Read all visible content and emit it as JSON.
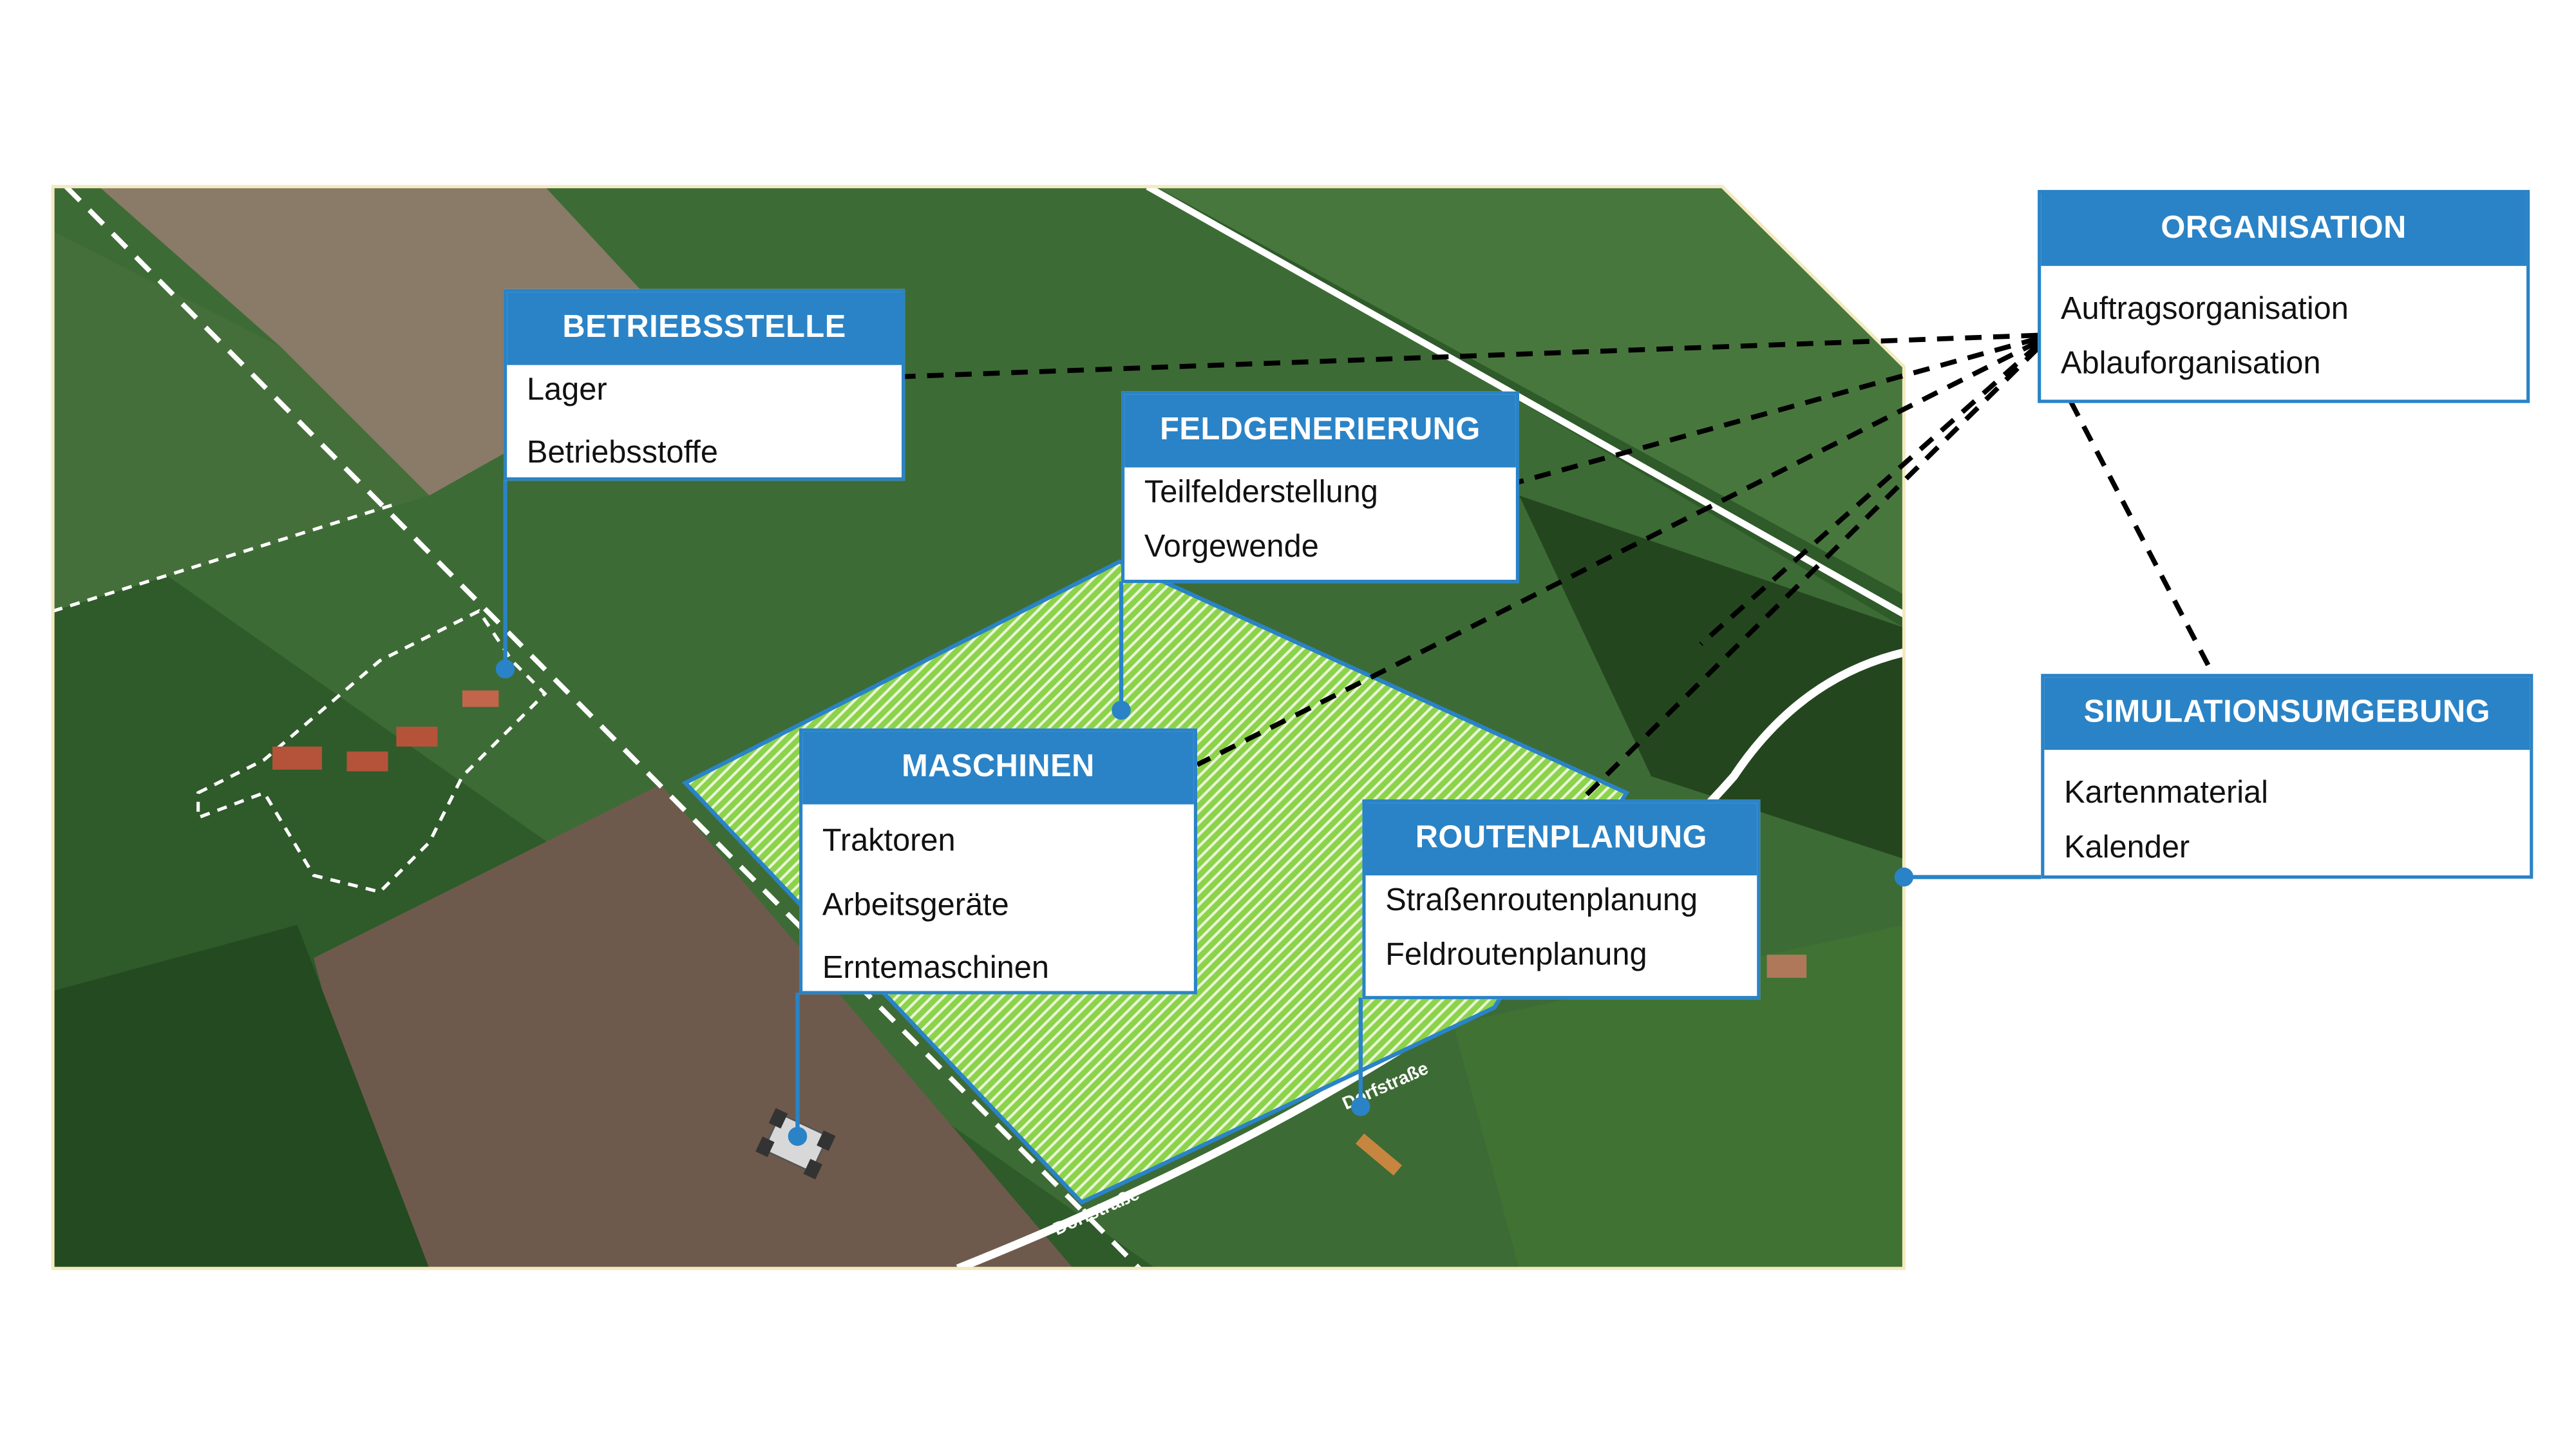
{
  "map": {
    "road_labels": [
      "Dorfstraße",
      "Dorfstraße"
    ]
  },
  "boxes": {
    "betriebsstelle": {
      "title": "BETRIEBSSTELLE",
      "items": [
        "Lager",
        "Betriebsstoffe"
      ]
    },
    "feldgenerierung": {
      "title": "FELDGENERIERUNG",
      "items": [
        "Teilfelderstellung",
        "Vorgewende"
      ]
    },
    "maschinen": {
      "title": "MASCHINEN",
      "items": [
        "Traktoren",
        "Arbeitsgeräte",
        "Erntemaschinen"
      ]
    },
    "routenplanung": {
      "title": "ROUTENPLANUNG",
      "items": [
        "Straßenroutenplanung",
        "Feldroutenplanung"
      ]
    },
    "organisation": {
      "title": "ORGANISATION",
      "items": [
        "Auftragsorganisation",
        "Ablauforganisation"
      ]
    },
    "simulation": {
      "title": "SIMULATIONSUMGEBUNG",
      "items": [
        "Kartenmaterial",
        "Kalender"
      ]
    }
  },
  "colors": {
    "accent": "#2a83c6",
    "field": "#8cd24a"
  }
}
